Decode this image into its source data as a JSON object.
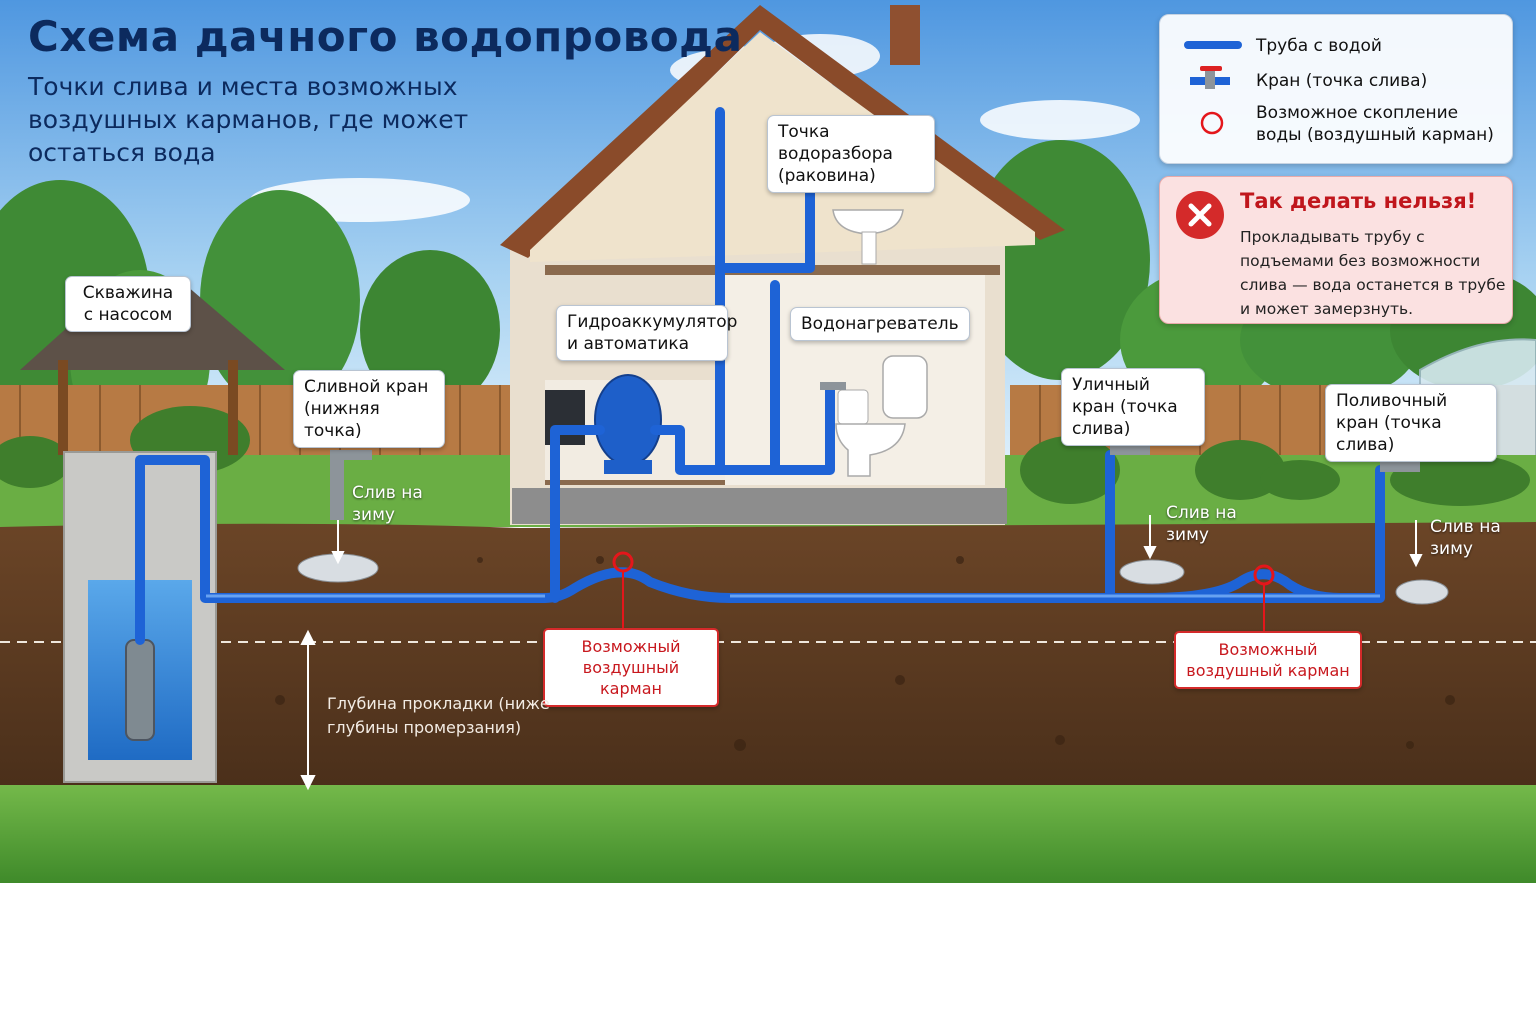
{
  "header": {
    "title": "Схема дачного водопровода",
    "subtitle": "Точки слива и места возможных воздушных карманов, где может остаться вода"
  },
  "legend": {
    "items": [
      {
        "icon": "blue-pipe-icon",
        "label": "Труба с водой"
      },
      {
        "icon": "tap-icon",
        "label": "Кран (точка слива)"
      },
      {
        "icon": "red-circle-icon",
        "label": "Возможное скопление воды (воздушный карман)"
      }
    ]
  },
  "warning": {
    "icon": "red-cross-icon",
    "title": "Так делать нельзя!",
    "text": "Прокладывать трубу с подъемами без возможности слива — вода останется в трубе и может замерзнуть."
  },
  "labels": {
    "well": "Скважина с насосом",
    "drain_tap": "Сливной кран (нижняя точка)",
    "accumulator": "Гидроаккумулятор и автоматика",
    "sink": "Точка водоразбора (раковина)",
    "heater": "Водонагреватель",
    "street_tap": "Уличный кран (точка слива)",
    "garden_tap": "Поливочный кран (точка слива)"
  },
  "drains": {
    "left": "Слив на зиму",
    "middle": "Слив на зиму",
    "right": "Слив на зиму"
  },
  "air_pockets": [
    "Возможный воздушный карман",
    "Возможный воздушный карман"
  ],
  "depth": {
    "label": "Глубина прокладки (ниже глубины промерзания)"
  },
  "colors": {
    "pipe": "#1e63d6",
    "title": "#0c2a5e",
    "warning": "#d42a2a",
    "soil": "#5b3b22",
    "grass": "#5fa83a"
  }
}
